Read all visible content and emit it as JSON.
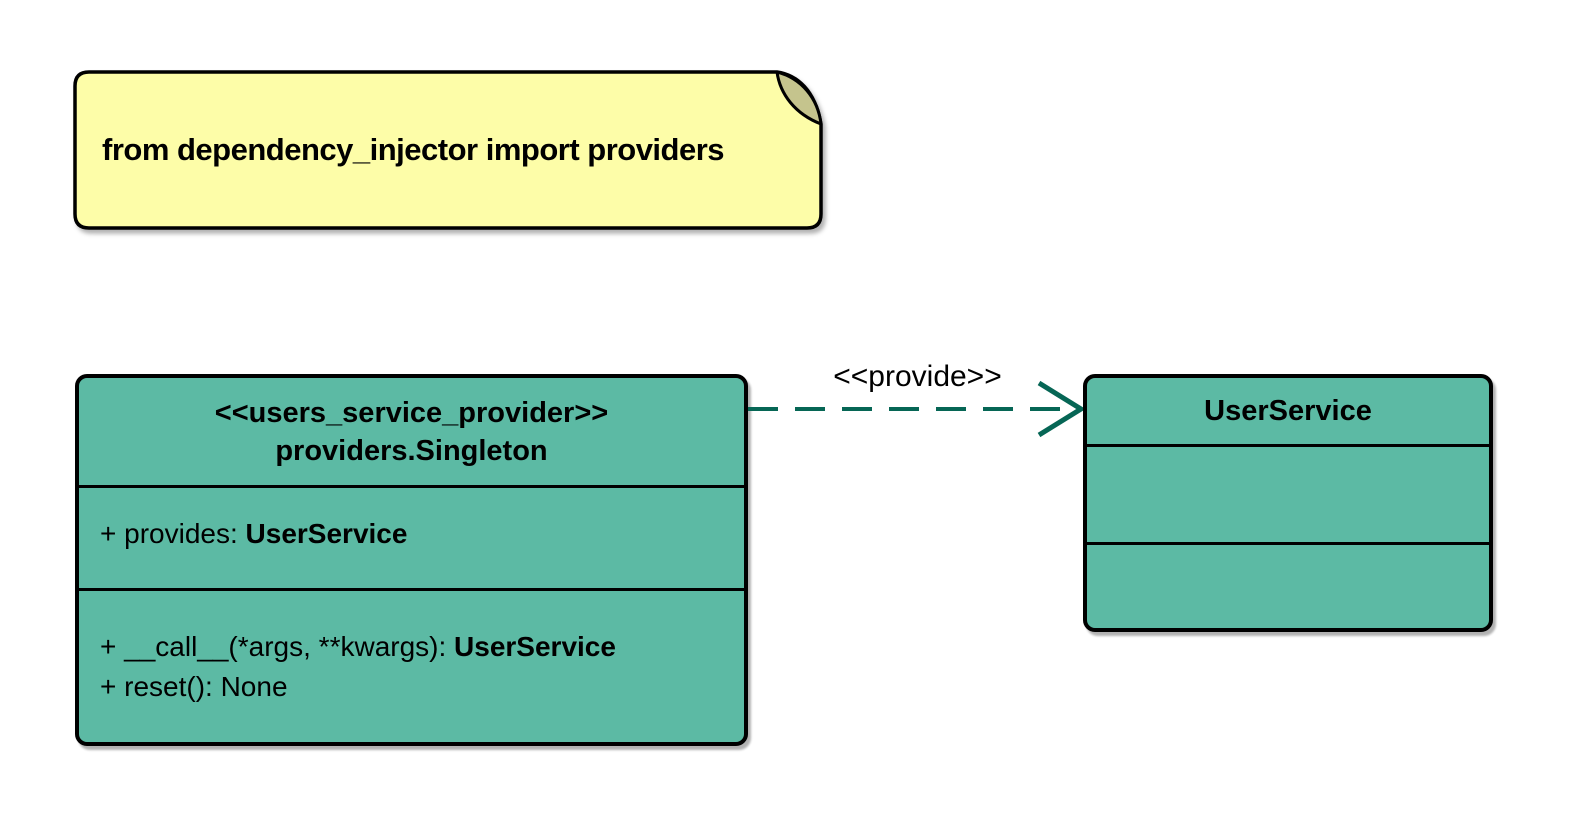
{
  "diagram": {
    "type": "uml-class-diagram"
  },
  "note": {
    "text": "from dependency_injector import providers"
  },
  "provider_class": {
    "stereotype": "<<users_service_provider>>",
    "name": "providers.Singleton",
    "attributes": [
      {
        "label": "+ provides: ",
        "type": "UserService"
      }
    ],
    "methods": [
      {
        "label": "+ __call__(*args, **kwargs): ",
        "type": "UserService"
      },
      {
        "label": "+ reset(): None",
        "type": ""
      }
    ]
  },
  "service_class": {
    "name": "UserService"
  },
  "relation": {
    "label": "<<provide>>",
    "style": "dashed-open-arrow",
    "from": "providers.Singleton",
    "to": "UserService"
  },
  "colors": {
    "class_fill": "#5cbaa4",
    "note_fill": "#fdfda8",
    "note_fold": "#c5c48d",
    "arrow": "#066655",
    "border": "#000000",
    "text": "#000000",
    "background": "#ffffff"
  }
}
